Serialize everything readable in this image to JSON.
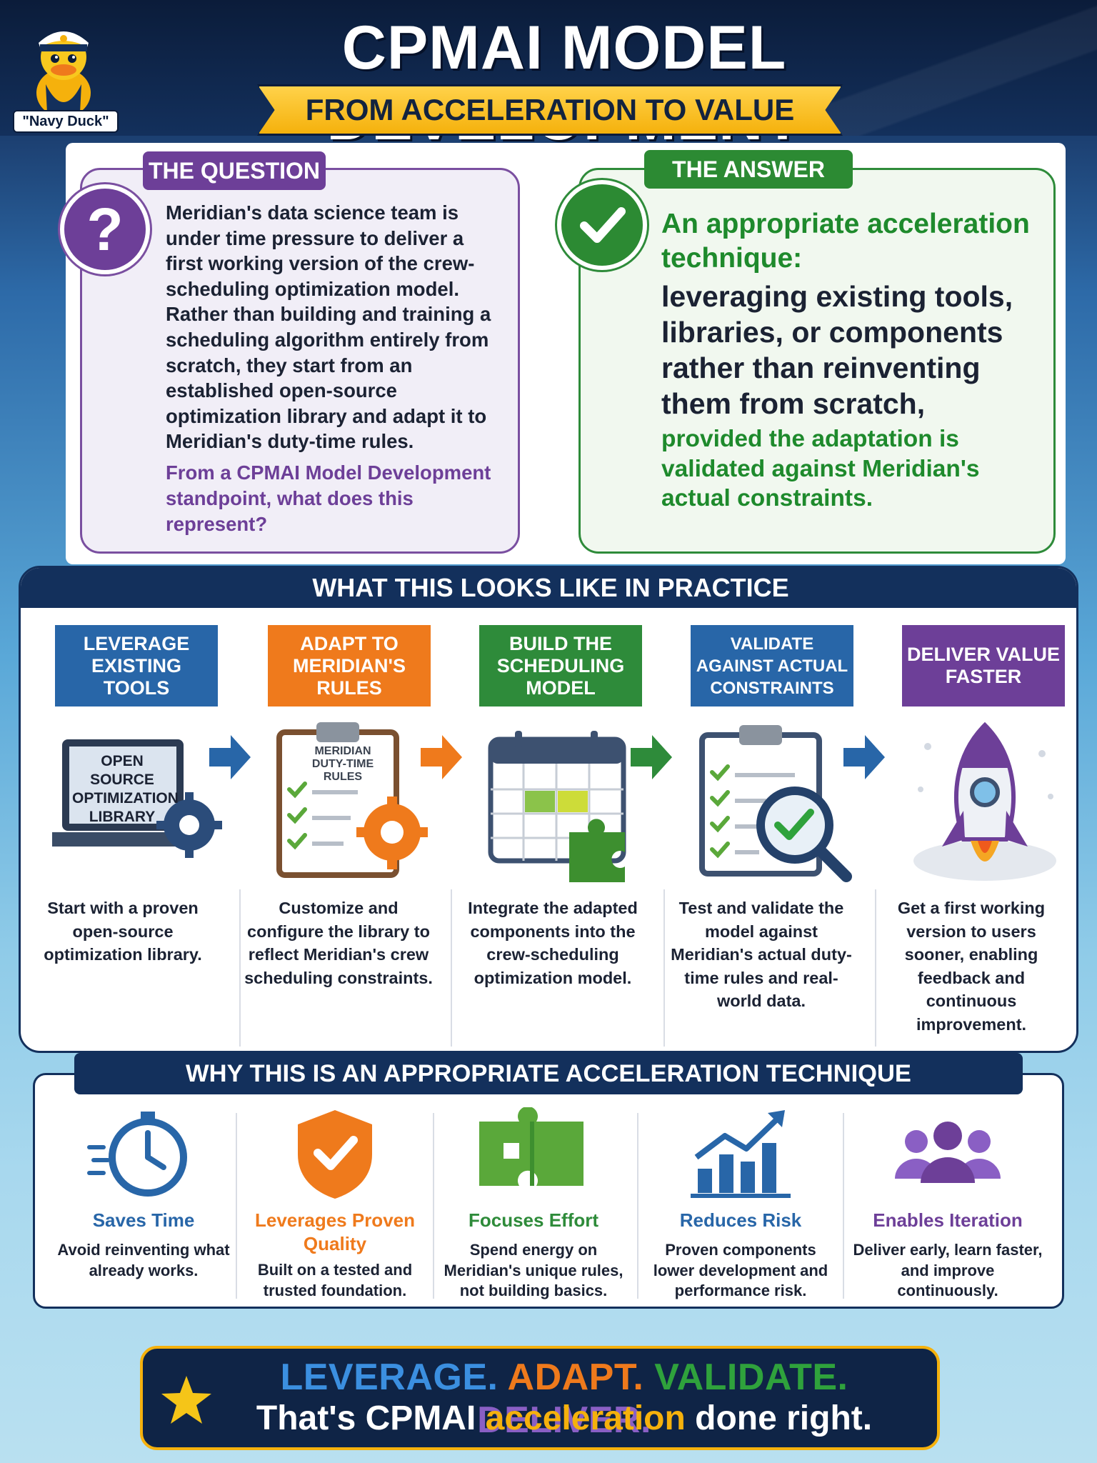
{
  "header": {
    "title": "CPMAI MODEL DEVELOPMENT",
    "subtitle": "FROM ACCELERATION TO VALUE",
    "mascot_label": "\"Navy Duck\""
  },
  "question": {
    "tab": "THE QUESTION",
    "icon": "?",
    "body": "Meridian's data science team is under time pressure to deliver a first working version of the crew-scheduling optimization model. Rather than building and training a scheduling algorithm entirely from scratch, they start from an established open-source optimization library and adapt it to Meridian's duty-time rules.",
    "prompt": "From a CPMAI Model Development standpoint, what does this represent?"
  },
  "answer": {
    "tab": "THE ANSWER",
    "lead": "An appropriate acceleration technique:",
    "main": "leveraging existing tools, libraries, or components rather than reinventing them from scratch,",
    "proviso": "provided the adaptation is validated against Meridian's actual constraints."
  },
  "practice": {
    "heading": "WHAT THIS LOOKS LIKE IN PRACTICE",
    "steps": [
      {
        "title": "LEVERAGE EXISTING TOOLS",
        "color": "#2866a8",
        "illus_text": "OPEN SOURCE OPTIMIZATION LIBRARY",
        "icon": "laptop-gear-icon",
        "desc": "Start with a proven open-source optimization library."
      },
      {
        "title": "ADAPT TO MERIDIAN'S RULES",
        "color": "#ef7a1c",
        "illus_text": "MERIDIAN DUTY-TIME RULES",
        "icon": "clipboard-gear-icon",
        "desc": "Customize and configure the library to reflect Meridian's crew scheduling constraints."
      },
      {
        "title": "BUILD THE SCHEDULING MODEL",
        "color": "#2e8b3a",
        "icon": "calendar-puzzle-icon",
        "desc": "Integrate the adapted components into the crew-scheduling optimization model."
      },
      {
        "title": "VALIDATE AGAINST ACTUAL CONSTRAINTS",
        "color": "#2866a8",
        "icon": "checklist-magnifier-icon",
        "desc": "Test and validate the model against Meridian's actual duty-time rules and real-world data."
      },
      {
        "title": "DELIVER VALUE FASTER",
        "color": "#6d3f98",
        "icon": "rocket-icon",
        "desc": "Get a first working version to users sooner, enabling feedback and continuous improvement."
      }
    ],
    "arrow_colors": [
      "#2866a8",
      "#ef7a1c",
      "#2e8b3a",
      "#2866a8"
    ]
  },
  "why": {
    "heading": "WHY THIS IS AN APPROPRIATE ACCELERATION TECHNIQUE",
    "benefits": [
      {
        "title": "Saves Time",
        "color": "#2866a8",
        "icon": "stopwatch-icon",
        "desc": "Avoid reinventing what already works."
      },
      {
        "title": "Leverages Proven Quality",
        "color": "#ef7a1c",
        "icon": "shield-check-icon",
        "desc": "Built on a tested and trusted foundation."
      },
      {
        "title": "Focuses Effort",
        "color": "#2e8b3a",
        "icon": "puzzle-icon",
        "desc": "Spend energy on Meridian's unique rules, not building basics."
      },
      {
        "title": "Reduces Risk",
        "color": "#2866a8",
        "icon": "rising-chart-icon",
        "desc": "Proven components lower development and performance risk."
      },
      {
        "title": "Enables Iteration",
        "color": "#6d3f98",
        "icon": "people-icon",
        "desc": "Deliver early, learn faster, and improve continuously."
      }
    ]
  },
  "footer": {
    "w1": "LEVERAGE.",
    "w1_color": "#3b8fe0",
    "w2": "ADAPT.",
    "w2_color": "#ef7a1c",
    "w3": "VALIDATE.",
    "w3_color": "#2fa23c",
    "w4": "DELIVER.",
    "w4_color": "#8a5fc4",
    "line2_pre": "That's CPMAI ",
    "line2_accent": "acceleration",
    "line2_post": " done right.",
    "accent_color": "#f5b10c",
    "icon": "star-icon"
  }
}
